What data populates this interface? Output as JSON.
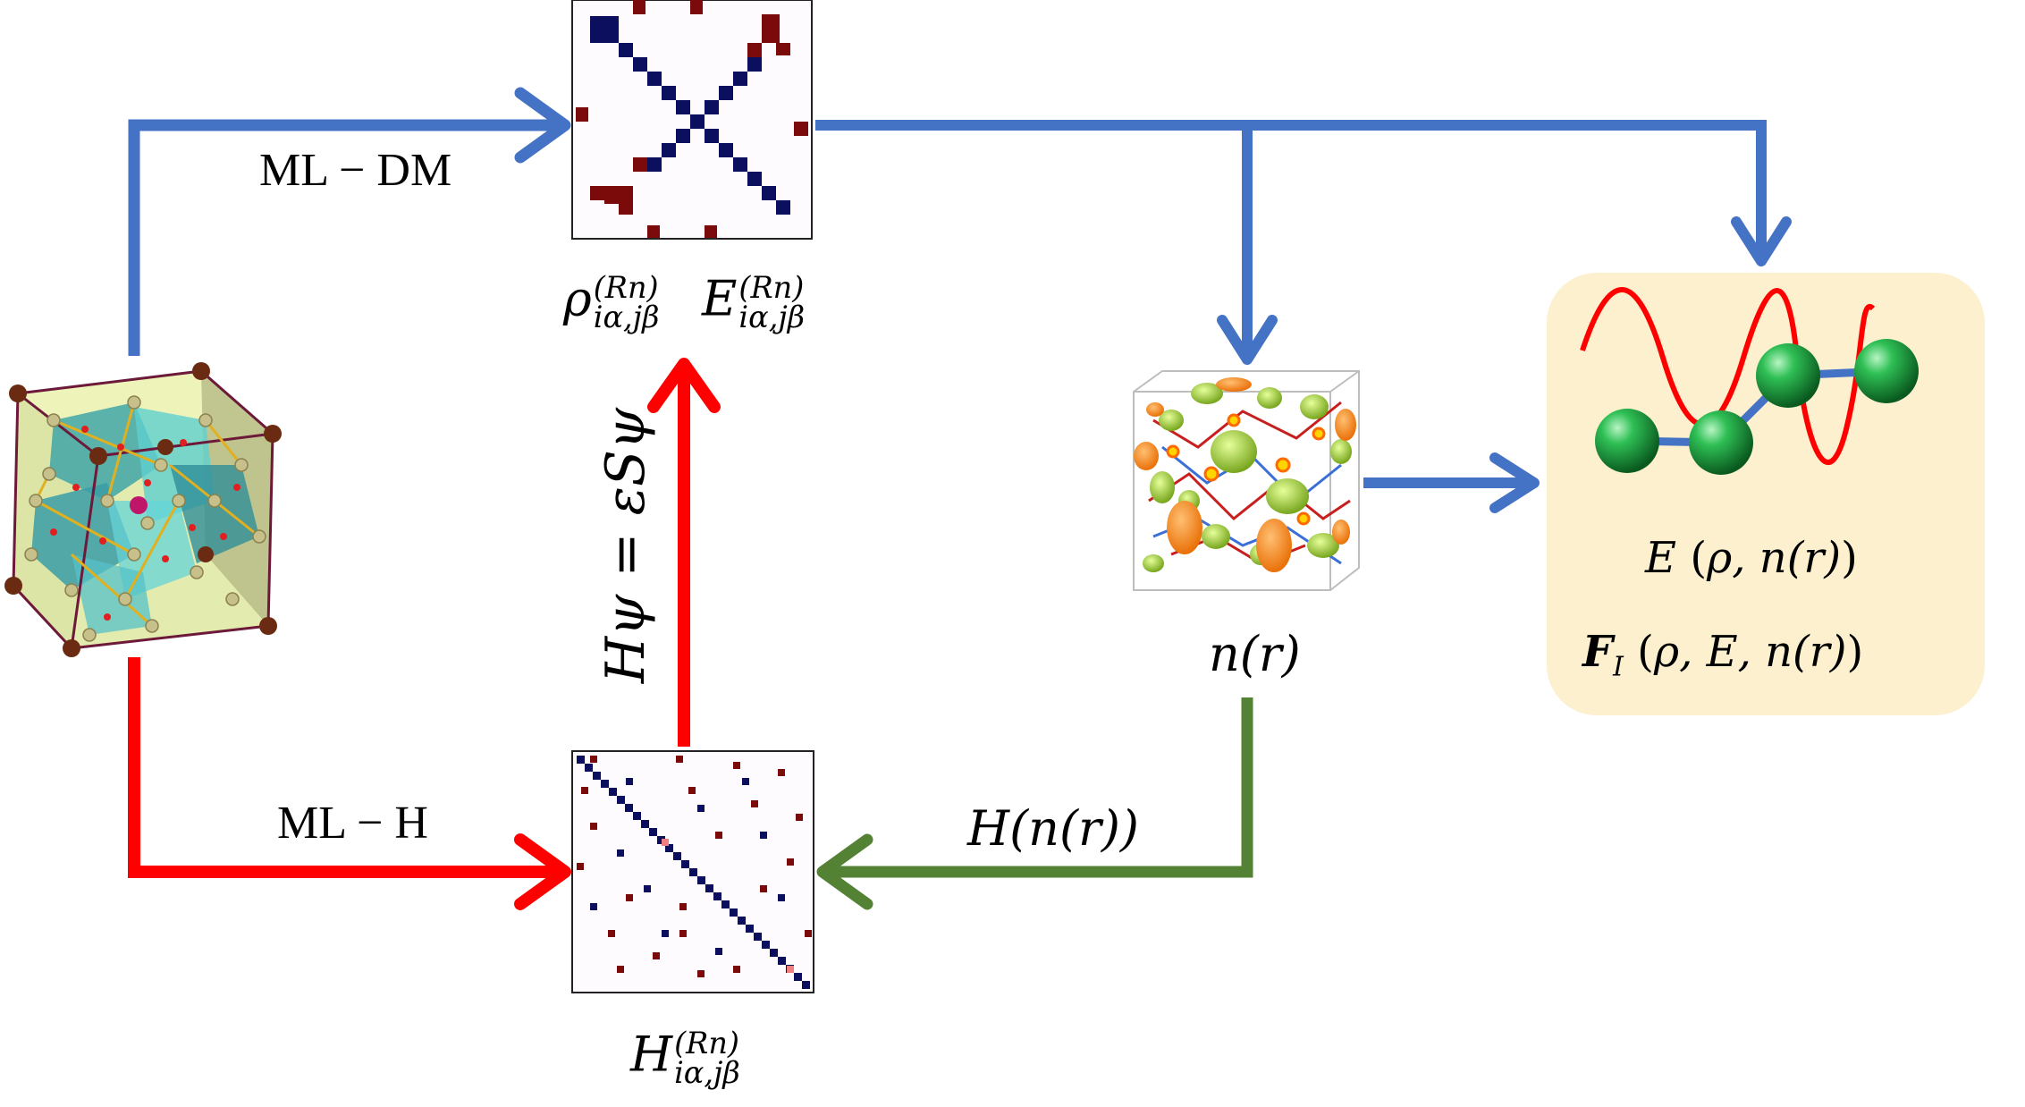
{
  "labels": {
    "ml_dm": "ML − DM",
    "ml_h": "ML − H",
    "eigen_equation": "Hψ = εSψ",
    "density_label": "n(r)",
    "hamiltonian_of_density": "H(n(r))"
  },
  "matrix_labels": {
    "rho": {
      "symbol": "ρ",
      "sup": "(Rn)",
      "sub": "iα,jβ"
    },
    "energy_dm": {
      "symbol": "E",
      "sup": "(Rn)",
      "sub": "iα,jβ"
    },
    "hamiltonian": {
      "symbol": "H",
      "sup": "(Rn)",
      "sub": "iα,jβ"
    }
  },
  "output_panel": {
    "energy_expr": {
      "symbol": "E",
      "args": "ρ, n(r)"
    },
    "force_expr": {
      "symbol": "F",
      "sub": "I",
      "args": "ρ, E, n(r)"
    }
  },
  "colors": {
    "blue_arrow": "#4472c4",
    "red_arrow": "#ff0000",
    "green_arrow": "#548235",
    "panel_bg": "#fdf0cf",
    "matrix_navy": "#0b0f5e",
    "matrix_darkred": "#7b0a0a",
    "matrix_pink": "#f08080",
    "atom_green": "#1e9a3a",
    "density_green": "#9acd32",
    "density_orange": "#ff8c1a"
  },
  "icons": {
    "crystal": "crystal-structure-icon",
    "dm_matrix": "density-matrix-heatmap-icon",
    "h_matrix": "hamiltonian-matrix-heatmap-icon",
    "density_cube": "electron-density-cube-icon",
    "wave_atoms": "wave-and-atoms-icon"
  }
}
